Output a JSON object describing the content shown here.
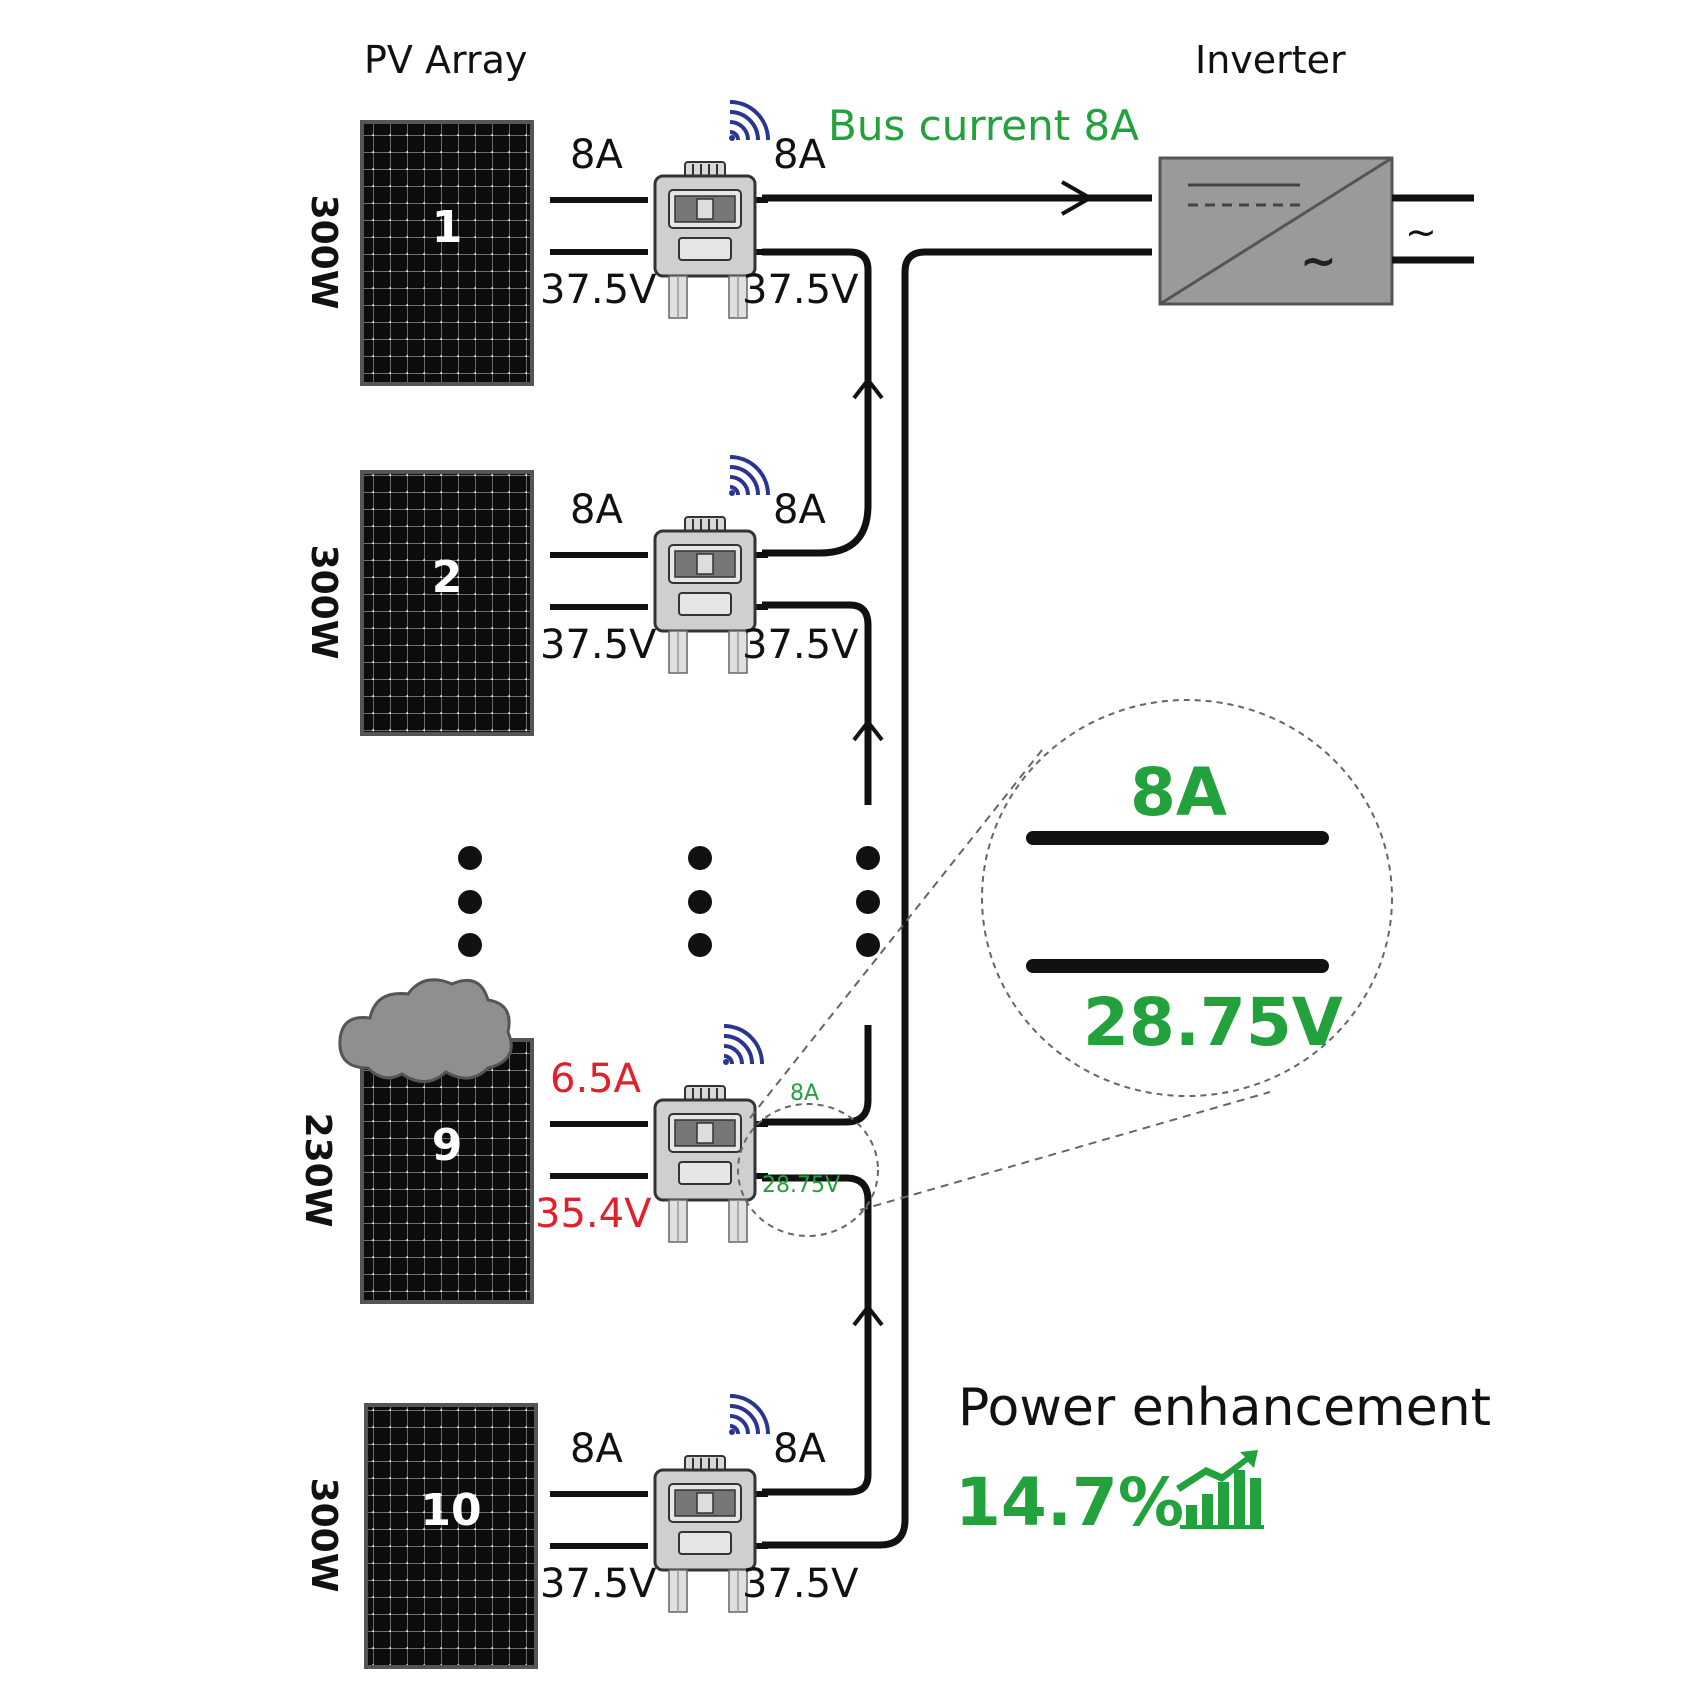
{
  "headers": {
    "pv_array": "PV Array",
    "inverter": "Inverter"
  },
  "bus_label": "Bus current 8A",
  "panels": [
    {
      "id": "panel-1",
      "number": "1",
      "power": "300W",
      "in_current": "8A",
      "in_voltage": "37.5V",
      "out_current": "8A",
      "out_voltage": "37.5V",
      "shaded": false
    },
    {
      "id": "panel-2",
      "number": "2",
      "power": "300W",
      "in_current": "8A",
      "in_voltage": "37.5V",
      "out_current": "8A",
      "out_voltage": "37.5V",
      "shaded": false
    },
    {
      "id": "panel-9",
      "number": "9",
      "power": "230W",
      "in_current": "6.5A",
      "in_voltage": "35.4V",
      "out_current": "8A",
      "out_voltage": "28.75V",
      "shaded": true
    },
    {
      "id": "panel-10",
      "number": "10",
      "power": "300W",
      "in_current": "8A",
      "in_voltage": "37.5V",
      "out_current": "8A",
      "out_voltage": "37.5V",
      "shaded": false
    }
  ],
  "zoom": {
    "current": "8A",
    "voltage": "28.75V"
  },
  "power_enhancement": {
    "label": "Power enhancement",
    "value": "14.7%",
    "icon": "rising-bar-chart-icon"
  },
  "inverter_symbols": {
    "dc": "~",
    "ac": "~"
  },
  "colors": {
    "green": "#22a13d",
    "red": "#e0202a",
    "wire": "#111111",
    "wifi": "#2a3590",
    "panel": "#0d0d0d",
    "cell_line": "#9a9a9a"
  }
}
